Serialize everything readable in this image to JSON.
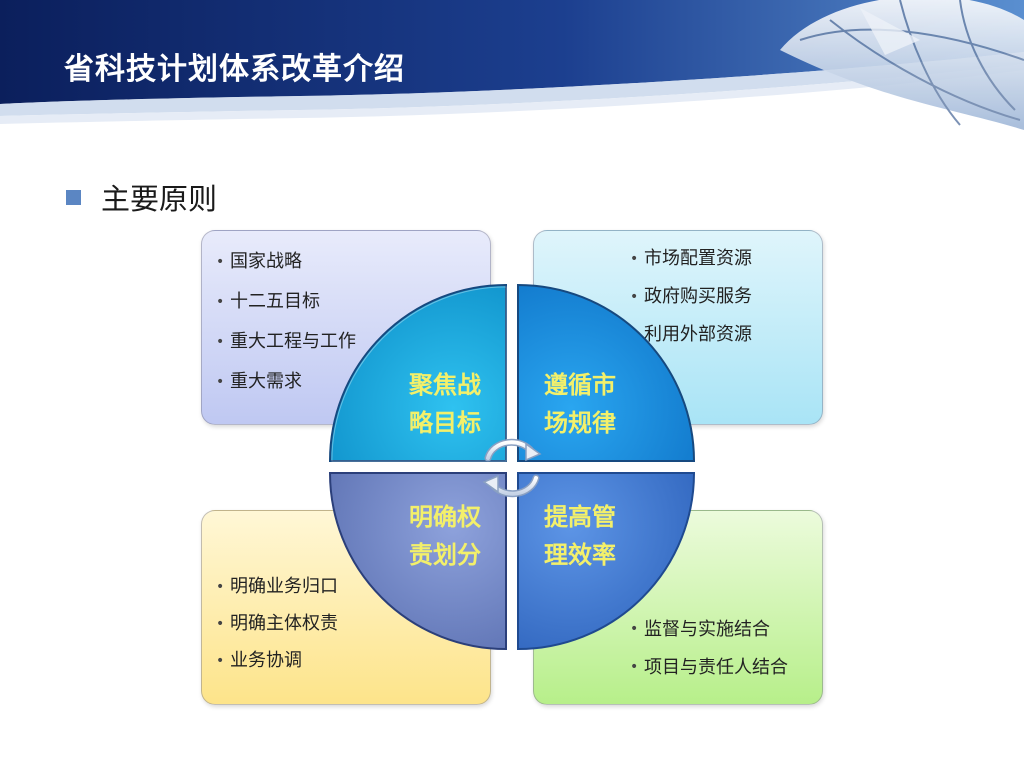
{
  "title": "省科技计划体系改革介绍",
  "section_heading": "主要原则",
  "colors": {
    "header_dark": "#0b1f5c",
    "header_mid": "#1c3f8f",
    "bullet_square": "#5b86c3",
    "quadrant_top_left": "#1aaee0",
    "quadrant_top_right": "#1a8fe0",
    "quadrant_bottom_left": "#7288c6",
    "quadrant_bottom_right": "#3f7cd6",
    "quadrant_text": "#f3f06a"
  },
  "quadrants": [
    {
      "position": "top-left",
      "label": "聚焦战\n略目标",
      "items": [
        "国家战略",
        "十二五目标",
        "重大工程与工作",
        "重大需求"
      ]
    },
    {
      "position": "top-right",
      "label": "遵循市\n场规律",
      "items": [
        "市场配置资源",
        "政府购买服务",
        "利用外部资源"
      ]
    },
    {
      "position": "bottom-left",
      "label": "明确权\n责划分",
      "items": [
        "明确业务归口",
        "明确主体权责",
        "业务协调"
      ]
    },
    {
      "position": "bottom-right",
      "label": "提高管\n理效率",
      "items": [
        "监督与实施结合",
        "项目与责任人结合"
      ]
    }
  ],
  "icons": {
    "bullet": "square-bullet-icon",
    "center": "cycle-arrows-icon"
  }
}
